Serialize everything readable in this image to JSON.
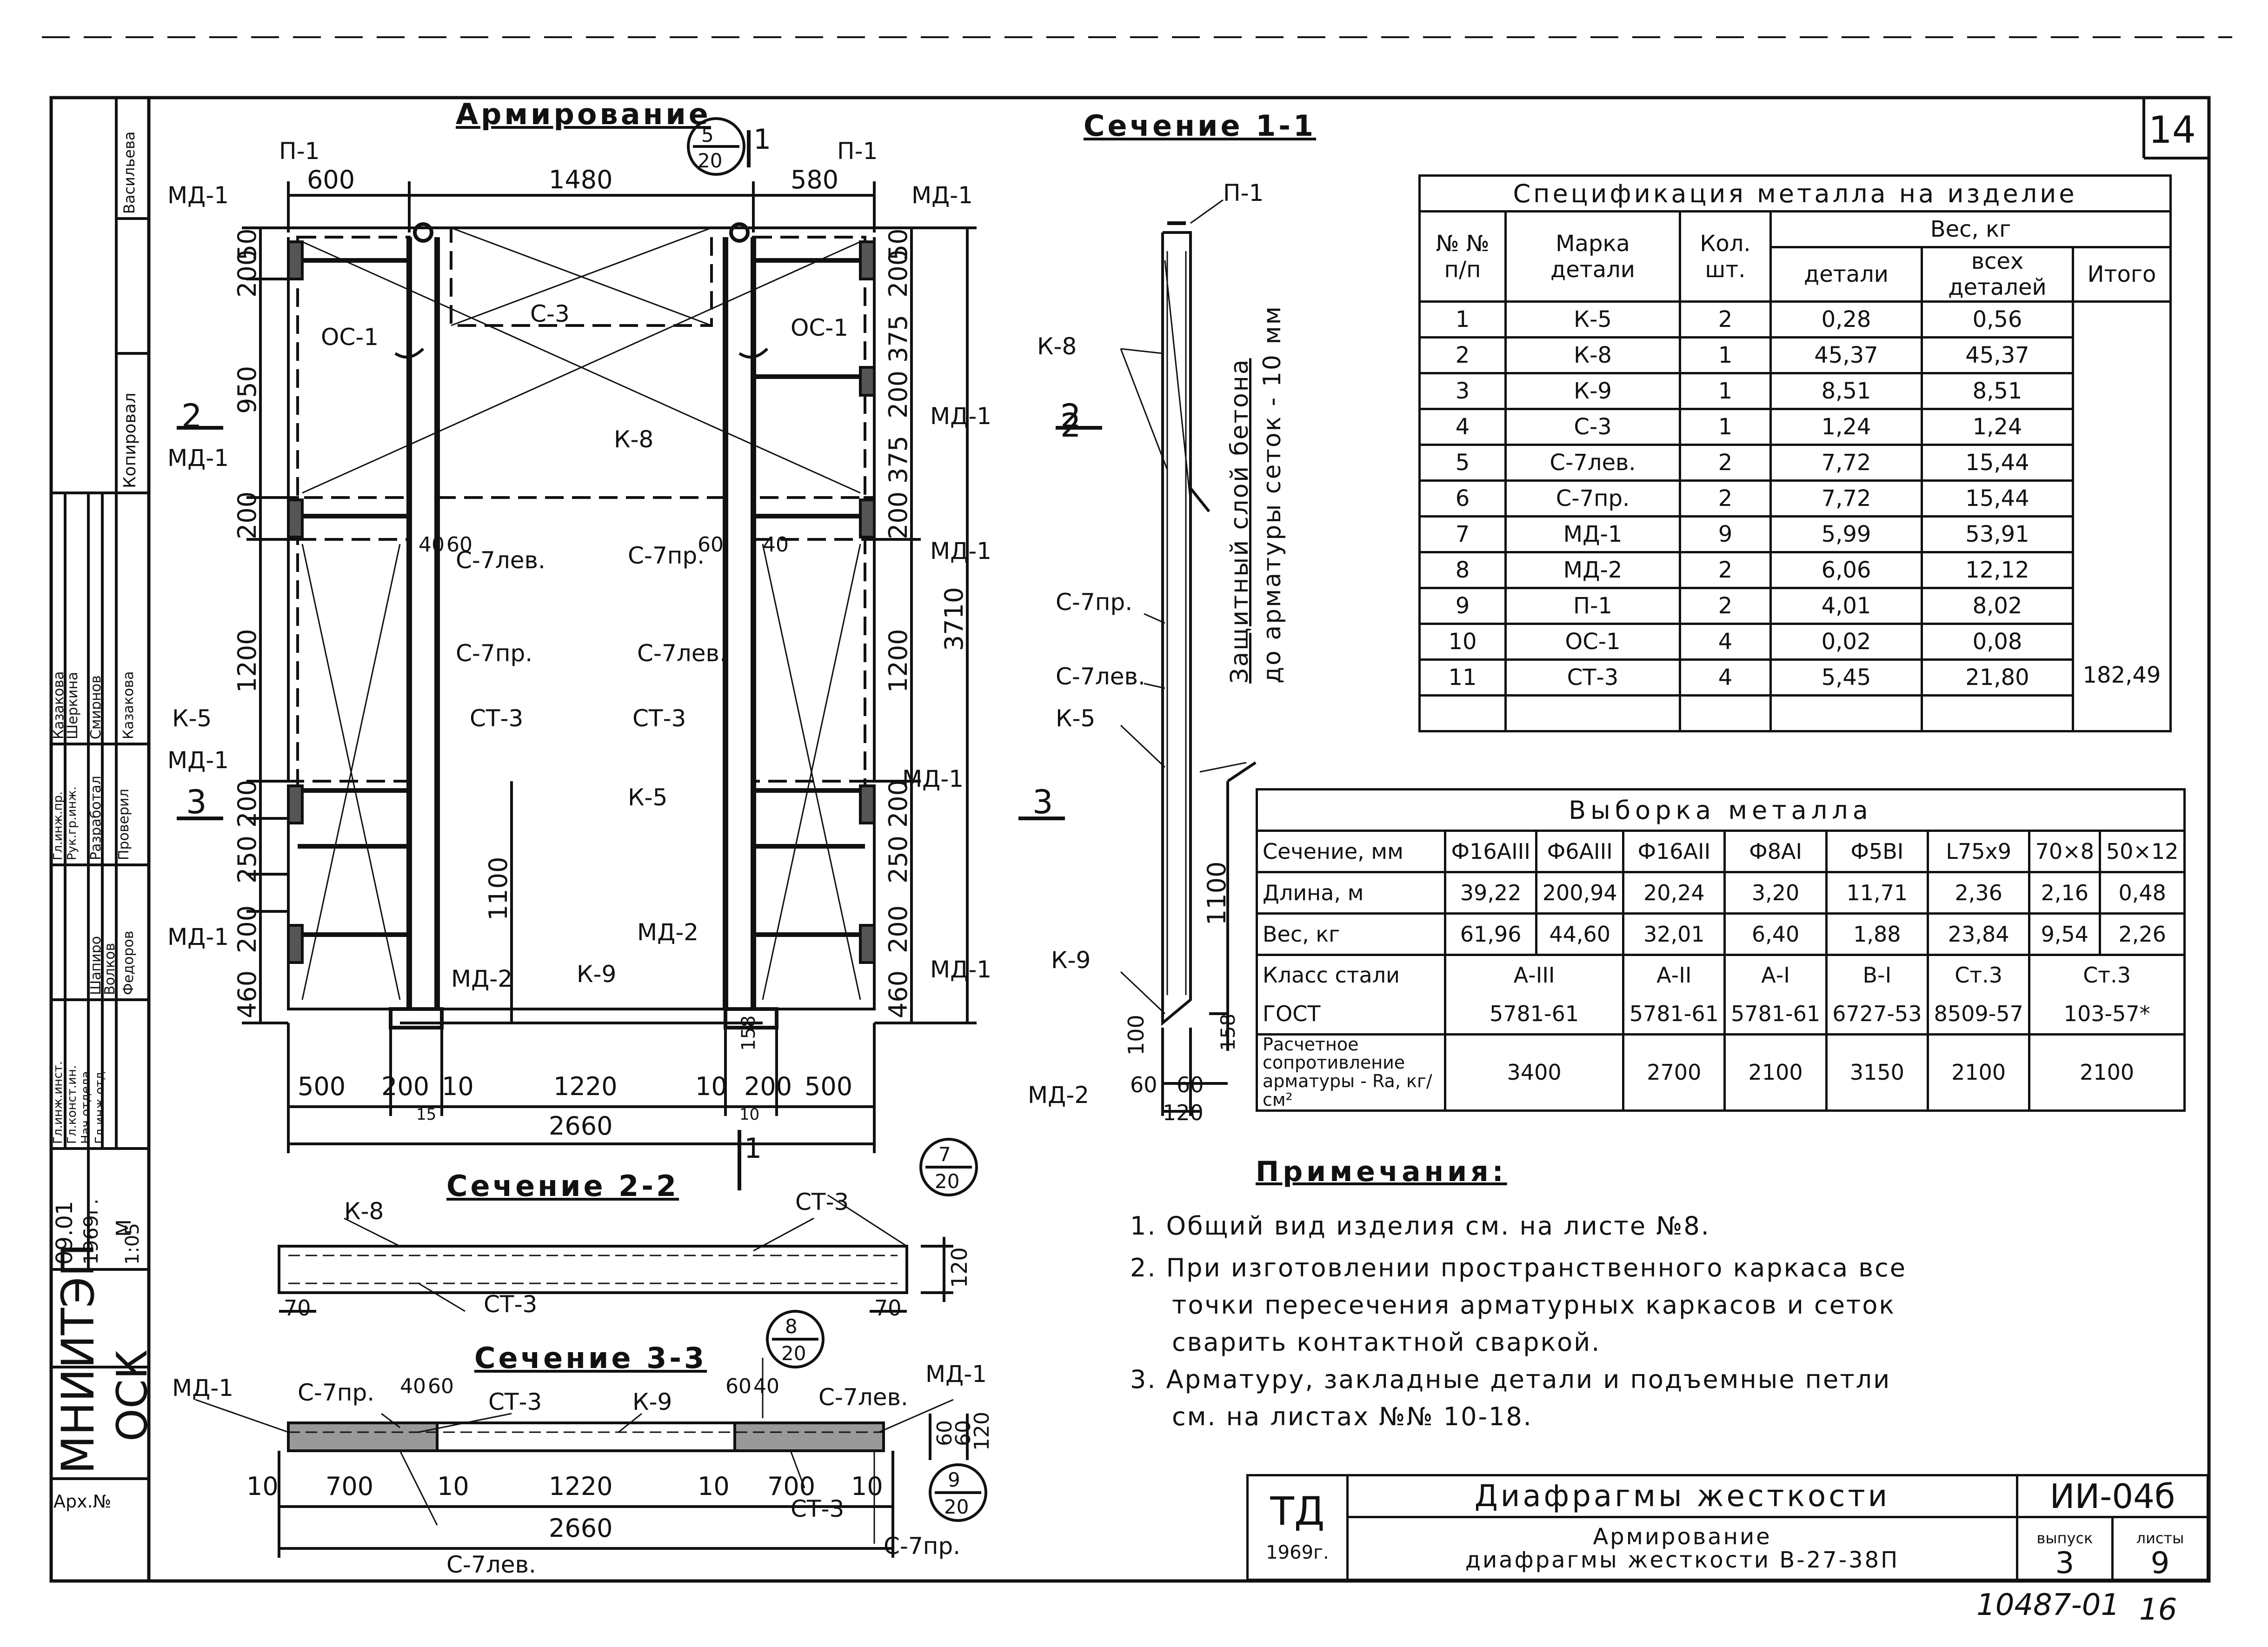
{
  "sheet": {
    "number": "14",
    "archive_label": "Арх.№",
    "bottom_code": "10487-01",
    "bottom_page": "16"
  },
  "left_strip": {
    "org": "МНИИТЭП",
    "dept": "ОСК",
    "date": "09.01",
    "year": "1969г.",
    "scale_label": "М",
    "scale": "1:05",
    "roles": [
      "Гл.инж.инст.",
      "Гл.конст.ин.",
      "Нач.отдела",
      "Гл.инж.отд.",
      "Гл.инж.пр.",
      "Рук.гр.инж.",
      "Разработал",
      "Проверил",
      "Копировал"
    ],
    "names": [
      "Волков",
      "Шапиро",
      "Смирнов",
      "Казакова",
      "Федоров",
      "Шеркина",
      "Васильева"
    ]
  },
  "armirovanie": {
    "title": "Армирование",
    "dims_top": [
      "600",
      "1480",
      "580"
    ],
    "dims_bottom": [
      "500",
      "200",
      "10",
      "1220",
      "10",
      "200",
      "500"
    ],
    "dim_total": "2660",
    "dims_left": [
      "50",
      "200",
      "950",
      "200",
      "1200",
      "200",
      "250",
      "200",
      "460"
    ],
    "dims_right": [
      "50",
      "200",
      "375",
      "200",
      "375",
      "200",
      "1200",
      "3710",
      "200",
      "250",
      "200",
      "460"
    ],
    "dim_1100": "1100",
    "dim_small": [
      "40",
      "60",
      "60",
      "40",
      "158",
      "15",
      "10"
    ],
    "marks": {
      "p1_left": "П-1",
      "p1_right": "П-1",
      "md1": "МД-1",
      "md2": "МД-2",
      "oc1": "ОС-1",
      "c3": "С-3",
      "k8": "К-8",
      "k5": "К-5",
      "k9": "К-9",
      "c7lev": "С-7лев.",
      "c7pr": "С-7пр.",
      "ct3": "СТ-3"
    },
    "callout_5": {
      "num": "5",
      "den": "20"
    },
    "section_marks": [
      "1",
      "1",
      "2",
      "2",
      "3",
      "3"
    ]
  },
  "section_11": {
    "title": "Сечение 1-1",
    "marks": [
      "П-1",
      "К-8",
      "2",
      "С-7пр.",
      "С-7лев.",
      "К-5",
      "К-9",
      "МД-2"
    ],
    "dims": [
      "1100",
      "158",
      "100",
      "60",
      "60",
      "120"
    ],
    "protective_note": [
      "Защитный слой бетона",
      "до арматуры сеток - 10 мм"
    ]
  },
  "section_22": {
    "title": "Сечение 2-2",
    "marks": [
      "К-8",
      "СТ-3",
      "СТ-3"
    ],
    "dims": [
      "70",
      "70",
      "120"
    ],
    "callout_7": {
      "num": "7",
      "den": "20"
    }
  },
  "section_33": {
    "title": "Сечение 3-3",
    "marks": [
      "МД-1",
      "С-7пр.",
      "СТ-3",
      "К-9",
      "С-7лев.",
      "МД-1",
      "СТ-3",
      "С-7пр.",
      "С-7лев."
    ],
    "dims_bottom": [
      "10",
      "700",
      "10",
      "1220",
      "10",
      "700",
      "10"
    ],
    "dim_total": "2660",
    "dims_small": [
      "40",
      "60",
      "60",
      "40",
      "60",
      "60",
      "120"
    ],
    "callout_8": {
      "num": "8",
      "den": "20"
    },
    "callout_9": {
      "num": "9",
      "den": "20"
    }
  },
  "spec_table": {
    "title": "Спецификация металла на изделие",
    "headers": {
      "num": "№ № п/п",
      "mark": "Марка детали",
      "qty": "Кол. шт.",
      "weight": "Вес, кг",
      "per_part": "детали",
      "all_parts": "всех деталей",
      "total": "Итого"
    },
    "rows": [
      [
        "1",
        "К-5",
        "2",
        "0,28",
        "0,56"
      ],
      [
        "2",
        "К-8",
        "1",
        "45,37",
        "45,37"
      ],
      [
        "3",
        "К-9",
        "1",
        "8,51",
        "8,51"
      ],
      [
        "4",
        "С-3",
        "1",
        "1,24",
        "1,24"
      ],
      [
        "5",
        "С-7лев.",
        "2",
        "7,72",
        "15,44"
      ],
      [
        "6",
        "С-7пр.",
        "2",
        "7,72",
        "15,44"
      ],
      [
        "7",
        "МД-1",
        "9",
        "5,99",
        "53,91"
      ],
      [
        "8",
        "МД-2",
        "2",
        "6,06",
        "12,12"
      ],
      [
        "9",
        "П-1",
        "2",
        "4,01",
        "8,02"
      ],
      [
        "10",
        "ОС-1",
        "4",
        "0,02",
        "0,08"
      ],
      [
        "11",
        "СТ-3",
        "4",
        "5,45",
        "21,80"
      ]
    ],
    "total": "182,49"
  },
  "vyborka": {
    "title": "Выборка металла",
    "row_section": "Сечение, мм",
    "row_length": "Длина, м",
    "row_weight": "Вес, кг",
    "row_class": "Класс стали",
    "row_gost": "ГОСТ",
    "row_resist": "Расчетное сопротивление арматуры - Ra, кг/см²",
    "columns": [
      "Ф16АIII",
      "Ф6АIII",
      "Ф16АII",
      "Ф8АI",
      "Ф5ВI",
      "L75x9",
      "70×8",
      "50×12"
    ],
    "lengths": [
      "39,22",
      "200,94",
      "20,24",
      "3,20",
      "11,71",
      "2,36",
      "2,16",
      "0,48"
    ],
    "weights": [
      "61,96",
      "44,60",
      "32,01",
      "6,40",
      "1,88",
      "23,84",
      "9,54",
      "2,26"
    ],
    "classes": [
      "А-III",
      "А-II",
      "А-I",
      "В-I",
      "Ст.3",
      "Ст.3"
    ],
    "gosts": [
      "5781-61",
      "5781-61",
      "5781-61",
      "6727-53",
      "8509-57",
      "103-57*"
    ],
    "resist": [
      "3400",
      "2700",
      "2100",
      "3150",
      "2100",
      "2100"
    ]
  },
  "notes": {
    "title": "Примечания:",
    "items": [
      "1. Общий вид изделия см. на листе №8.",
      "2. При изготовлении пространственного каркаса все",
      "точки пересечения арматурных каркасов и сеток",
      "сварить контактной сваркой.",
      "3. Арматуру, закладные детали и подъемные петли",
      "см. на листах №№ 10-18."
    ]
  },
  "title_block": {
    "series": "ТД",
    "year": "1969г.",
    "name": "Диафрагмы жесткости",
    "subtitle_1": "Армирование",
    "subtitle_2": "диафрагмы жесткости В-27-38П",
    "code": "ИИ-04б",
    "issue_label": "выпуск",
    "issue": "3",
    "sheet_label": "листы",
    "sheet": "9"
  }
}
